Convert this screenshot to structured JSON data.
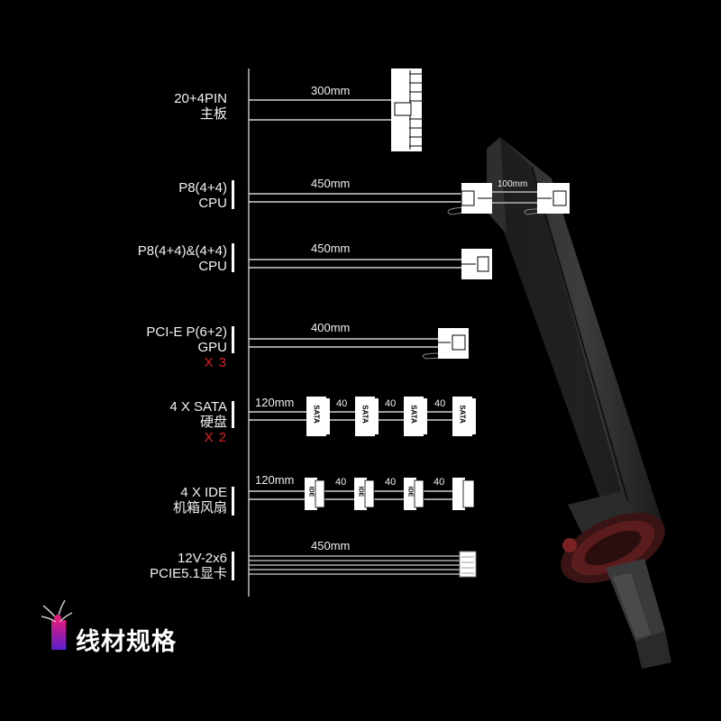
{
  "title": "线材规格",
  "colors": {
    "background": "#000000",
    "line": "#cccccc",
    "connector": "#ffffff",
    "accent_red": "#e0191f",
    "logo_gradient_top": "#e0197f",
    "logo_gradient_bottom": "#5a1fd0"
  },
  "cables": [
    {
      "label_line1": "20+4PIN",
      "label_line2": "主板",
      "length": "300mm"
    },
    {
      "label_line1": "P8(4+4)",
      "label_line2": "CPU",
      "length": "450mm",
      "extension": "100mm"
    },
    {
      "label_line1": "P8(4+4)&(4+4)",
      "label_line2": "CPU",
      "length": "450mm"
    },
    {
      "label_line1": "PCI-E P(6+2)",
      "label_line2": "GPU",
      "quantity": "X 3",
      "length": "400mm"
    },
    {
      "label_line1": "4 X SATA",
      "label_line2": "硬盘",
      "quantity": "X 2",
      "length": "120mm",
      "gaps": [
        "40",
        "40",
        "40"
      ],
      "connector_text": "SATA"
    },
    {
      "label_line1": "4 X IDE",
      "label_line2": "机箱风扇",
      "length": "120mm",
      "gaps": [
        "40",
        "40",
        "40"
      ],
      "connector_text": "IDE"
    },
    {
      "label_line1": "12V-2x6",
      "label_line2": "PCIE5.1显卡",
      "length": "450mm"
    }
  ]
}
